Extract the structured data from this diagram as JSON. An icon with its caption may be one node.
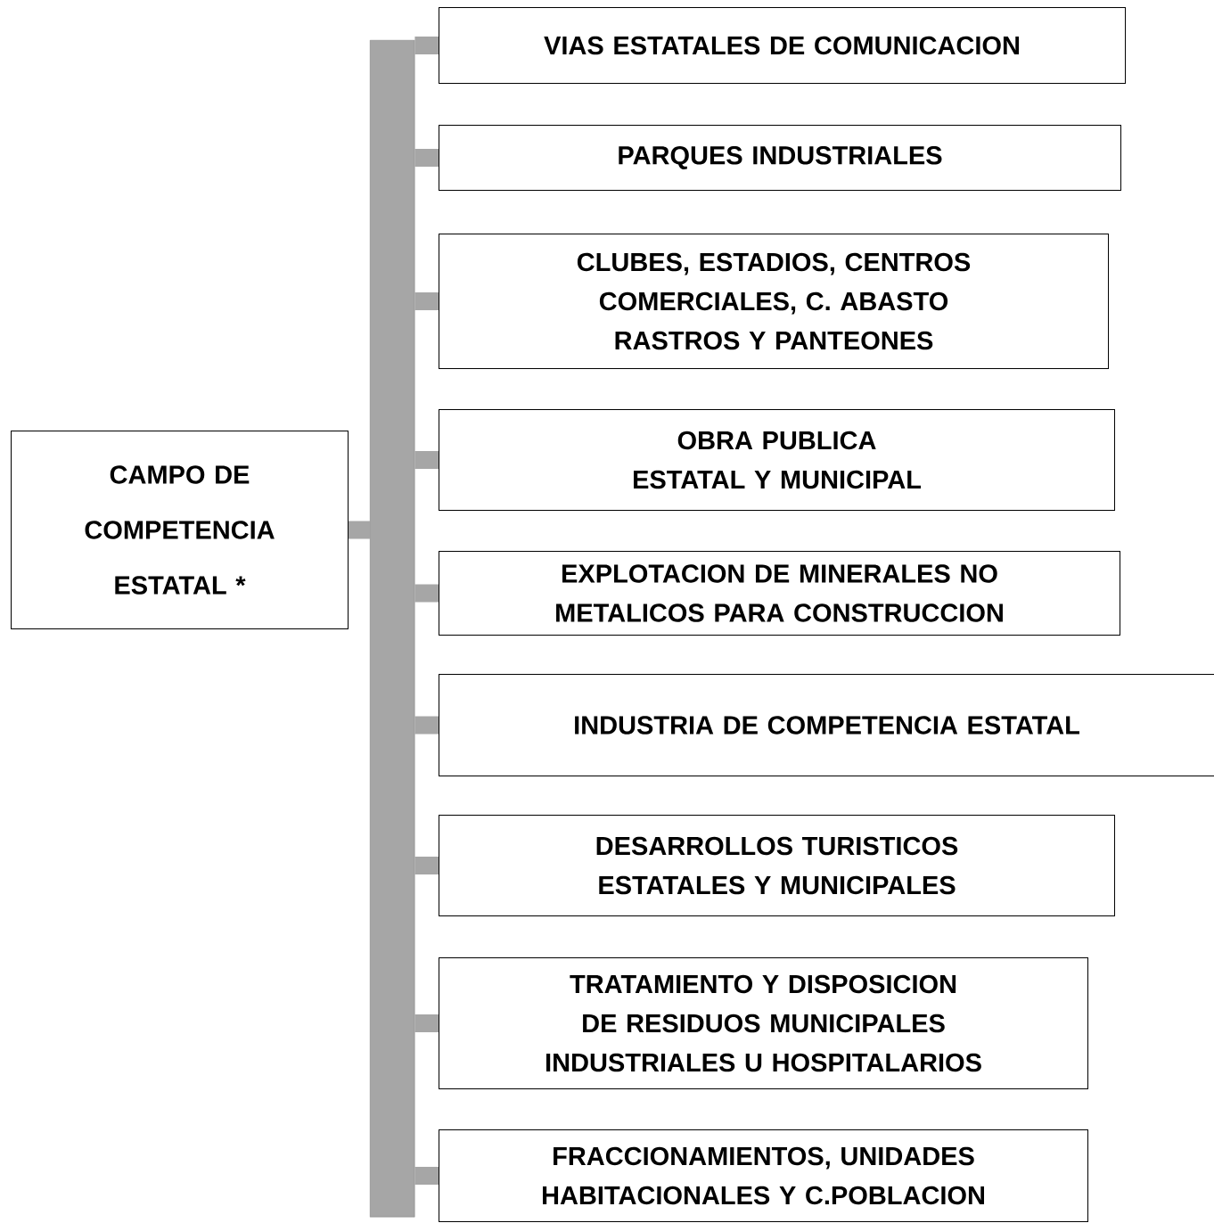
{
  "diagram": {
    "nodes": [
      {
        "text": [
          "CAMPO DE COMPETENCIA ESTATAL *"
        ]
      },
      {
        "text": [
          "VIAS ESTATALES DE COMUNICACION"
        ]
      },
      {
        "text": [
          "PARQUES INDUSTRIALES"
        ]
      },
      {
        "text": [
          "CLUBES, ESTADIOS, CENTROS COMERCIALES, C. ABASTO RASTROS Y PANTEONES"
        ]
      },
      {
        "text": [
          "OBRA PUBLICA ESTATAL Y MUNICIPAL"
        ]
      },
      {
        "text": [
          "EXPLOTACION DE MINERALES NO METALICOS PARA CONSTRUCCION"
        ]
      },
      {
        "text": [
          "INDUSTRIA DE COMPETENCIA ESTATAL"
        ]
      },
      {
        "text": [
          "DESARROLLOS TURISTICOS ESTATALES Y MUNICIPALES"
        ]
      },
      {
        "text": [
          "TRATAMIENTO Y DISPOSICION DE RESIDUOS MUNICIPALES INDUSTRIALES U HOSPITALARIOS"
        ]
      },
      {
        "text": [
          "FRACCIONAMIENTOS, UNIDADES HABITACIONALES Y C.POBLACION"
        ]
      },
      {
        "text": [],
        "shape": "bar"
      }
    ],
    "edges": [
      {
        "from": 0,
        "to": 10,
        "arrow": "none"
      },
      {
        "from": 10,
        "to": 1,
        "arrow": "none"
      },
      {
        "from": 10,
        "to": 2,
        "arrow": "none"
      },
      {
        "from": 10,
        "to": 3,
        "arrow": "none"
      },
      {
        "from": 10,
        "to": 4,
        "arrow": "none"
      },
      {
        "from": 10,
        "to": 5,
        "arrow": "none"
      },
      {
        "from": 10,
        "to": 6,
        "arrow": "none"
      },
      {
        "from": 10,
        "to": 7,
        "arrow": "none"
      },
      {
        "from": 10,
        "to": 8,
        "arrow": "none"
      },
      {
        "from": 10,
        "to": 9,
        "arrow": "none"
      }
    ]
  }
}
